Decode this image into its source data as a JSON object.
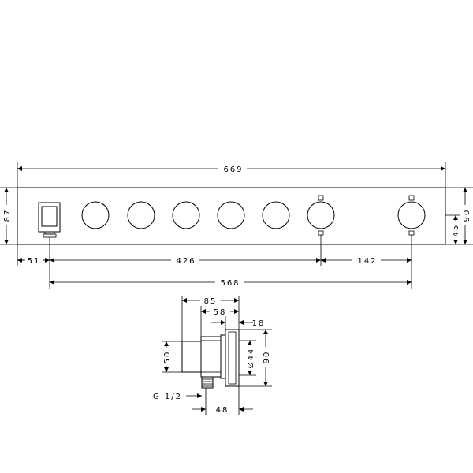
{
  "front_view": {
    "dims": {
      "overall_width": "669",
      "height_left": "87",
      "height_right": "90",
      "height_half": "45",
      "left_offset": "51",
      "spacing_mid": "426",
      "spacing_right": "142",
      "span_total": "568"
    }
  },
  "side_view": {
    "dims": {
      "d85": "85",
      "d58": "58",
      "d18": "18",
      "d50": "50",
      "d44": "Ø44",
      "d90": "90",
      "d48": "48",
      "thread": "G 1/2"
    }
  }
}
